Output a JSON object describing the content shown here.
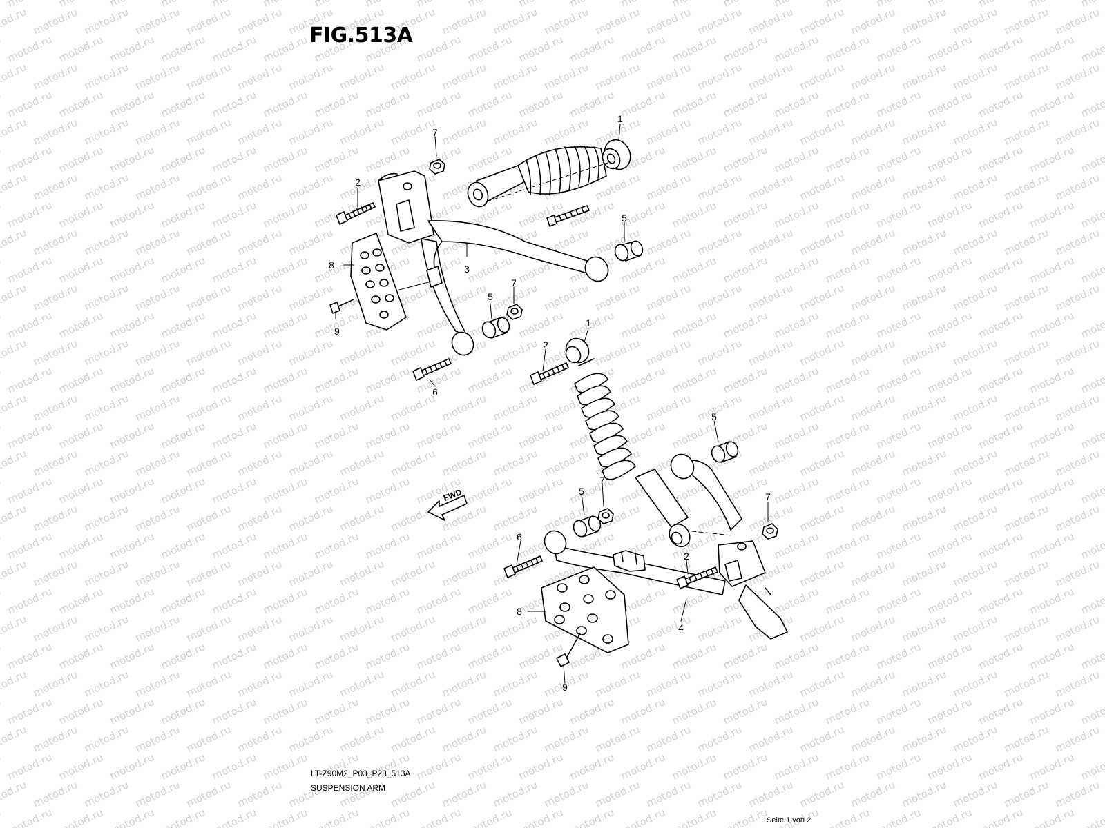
{
  "figure": {
    "title": "FIG.513A"
  },
  "watermark": {
    "text": "motod.ru",
    "color": "#cfcfcf"
  },
  "fwd_label": "FWD",
  "callouts": {
    "upper_shock": "1",
    "upper_bolt_2": "2",
    "upper_arm": "3",
    "upper_bushing_5a": "5",
    "upper_bushing_5b": "5",
    "upper_bolt_6": "6",
    "upper_nut_7a": "7",
    "upper_nut_7b": "7",
    "upper_plate": "8",
    "upper_screw_9": "9",
    "lower_shock": "1",
    "lower_bolt_2a": "2",
    "lower_bolt_2b": "2",
    "lower_arm": "4",
    "lower_bushing_5a": "5",
    "lower_bushing_5b": "5",
    "lower_bolt_6": "6",
    "lower_nut_7a": "7",
    "lower_nut_7b": "7",
    "lower_plate": "8",
    "lower_screw_9": "9"
  },
  "footer": {
    "code": "LT-Z90M2_P03_P28_513A",
    "name": "SUSPENSION ARM",
    "page": "Seite 1 von 2"
  }
}
